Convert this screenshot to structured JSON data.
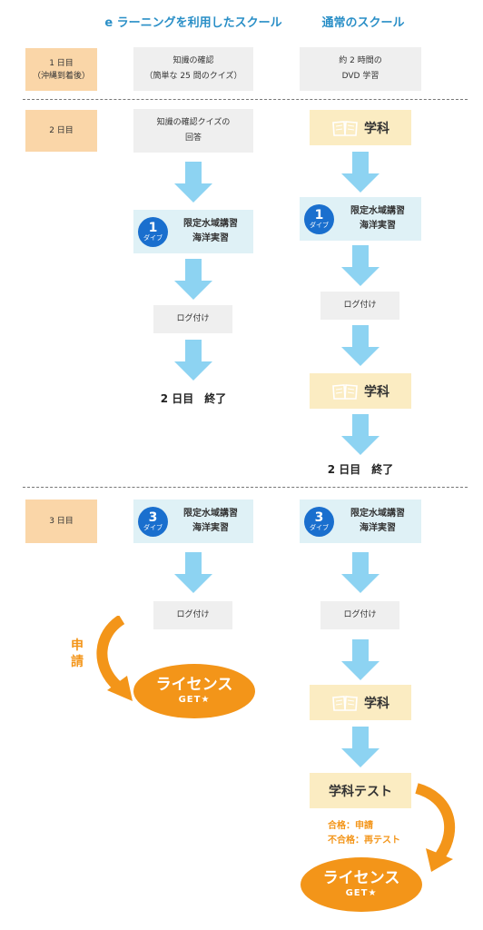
{
  "headers": {
    "elearning": "e ラーニングを利用したスクール",
    "normal": "通常のスクール"
  },
  "days": {
    "day1_line1": "1 日目",
    "day1_line2": "（沖縄到着後）",
    "day2": "2 日目",
    "day3": "3 日目"
  },
  "left": {
    "knowledge_check_line1": "知識の確認",
    "knowledge_check_line2": "（簡単な 25 問のクイズ）",
    "quiz_answer_line1": "知識の確認クイズの",
    "quiz_answer_line2": "回答",
    "dive1_number": "1",
    "dive1_sub": "ダイブ",
    "dive1_line1": "限定水域講習",
    "dive1_line2": "海洋実習",
    "logbook1": "ログ付け",
    "day2_end": "2 日目　終了",
    "dive3_number": "3",
    "dive3_sub": "ダイブ",
    "dive3_line1": "限定水域講習",
    "dive3_line2": "海洋実習",
    "logbook3": "ログ付け",
    "apply": "申\n請",
    "license_big": "ライセンス",
    "license_small": "GET★"
  },
  "right": {
    "dvd_line1": "約 2 時間の",
    "dvd_line2": "DVD 学習",
    "gakka_a": "学科",
    "dive1_number": "1",
    "dive1_sub": "ダイブ",
    "dive1_line1": "限定水域講習",
    "dive1_line2": "海洋実習",
    "logbook1": "ログ付け",
    "gakka_b": "学科",
    "day2_end": "2 日目　終了",
    "dive3_number": "3",
    "dive3_sub": "ダイブ",
    "dive3_line1": "限定水域講習",
    "dive3_line2": "海洋実習",
    "logbook3": "ログ付け",
    "gakka_c": "学科",
    "gakka_test": "学科テスト",
    "pass": "合格：申請",
    "fail": "不合格：再テスト",
    "license_big": "ライセンス",
    "license_small": "GET★"
  },
  "colors": {
    "header": "#2a8fc7",
    "day_box": "#fad6a8",
    "gray_box": "#efefef",
    "dive_box": "#dff1f6",
    "dive_circle": "#1a6fce",
    "gakka_box": "#fbecc2",
    "arrow": "#8dd3f2",
    "orange": "#f39519"
  }
}
